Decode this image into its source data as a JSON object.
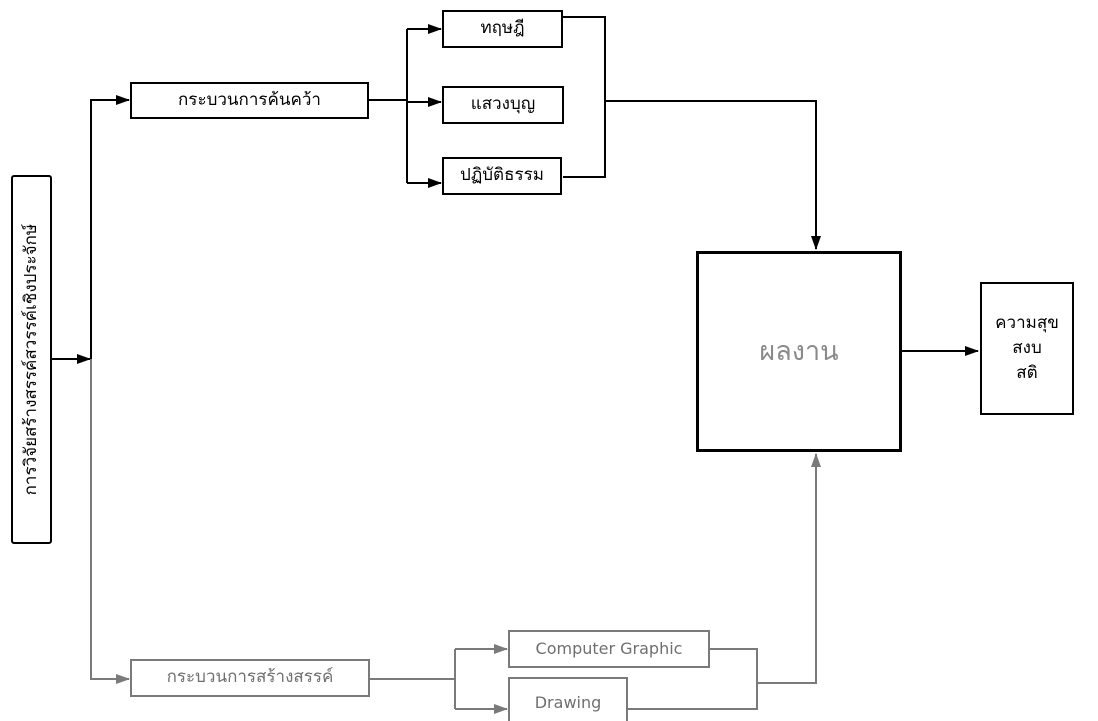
{
  "diagram": {
    "root": "การวิจัยสร้างสรรค์สวรรค์เชิงประจักษ์",
    "research_process": "กระบวนการค้นคว้า",
    "research_items": [
      "ทฤษฎี",
      "แสวงบุญ",
      "ปฏิบัติธรรม"
    ],
    "result": "ผลงาน",
    "outcome_lines": [
      "ความสุข",
      "สงบ",
      "สติ"
    ],
    "creative_process": "กระบวนการสร้างสรรค์",
    "creative_items": [
      "Computer Graphic",
      "Drawing"
    ]
  },
  "colors": {
    "dark": "#000000",
    "grey": "#7a7a7a"
  }
}
